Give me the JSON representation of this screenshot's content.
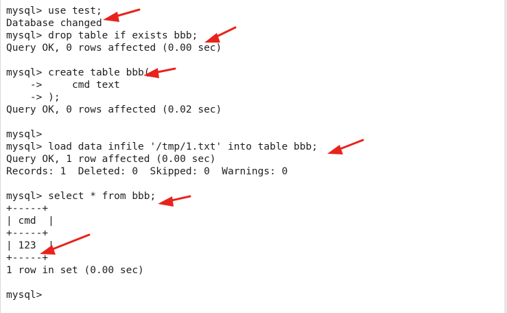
{
  "terminal": {
    "lines": [
      "mysql> use test;",
      "Database changed",
      "mysql> drop table if exists bbb;",
      "Query OK, 0 rows affected (0.00 sec)",
      "",
      "mysql> create table bbb(",
      "    ->     cmd text",
      "    -> );",
      "Query OK, 0 rows affected (0.02 sec)",
      "",
      "mysql>",
      "mysql> load data infile '/tmp/1.txt' into table bbb;",
      "Query OK, 1 row affected (0.00 sec)",
      "Records: 1  Deleted: 0  Skipped: 0  Warnings: 0",
      "",
      "mysql> select * from bbb;",
      "+-----+",
      "| cmd  |",
      "+-----+",
      "| 123  |",
      "+-----+",
      "1 row in set (0.00 sec)",
      "",
      "mysql>"
    ]
  },
  "colors": {
    "text": "#1e1e1e",
    "background": "#ffffff",
    "annotation_arrow": "#e8231b"
  }
}
